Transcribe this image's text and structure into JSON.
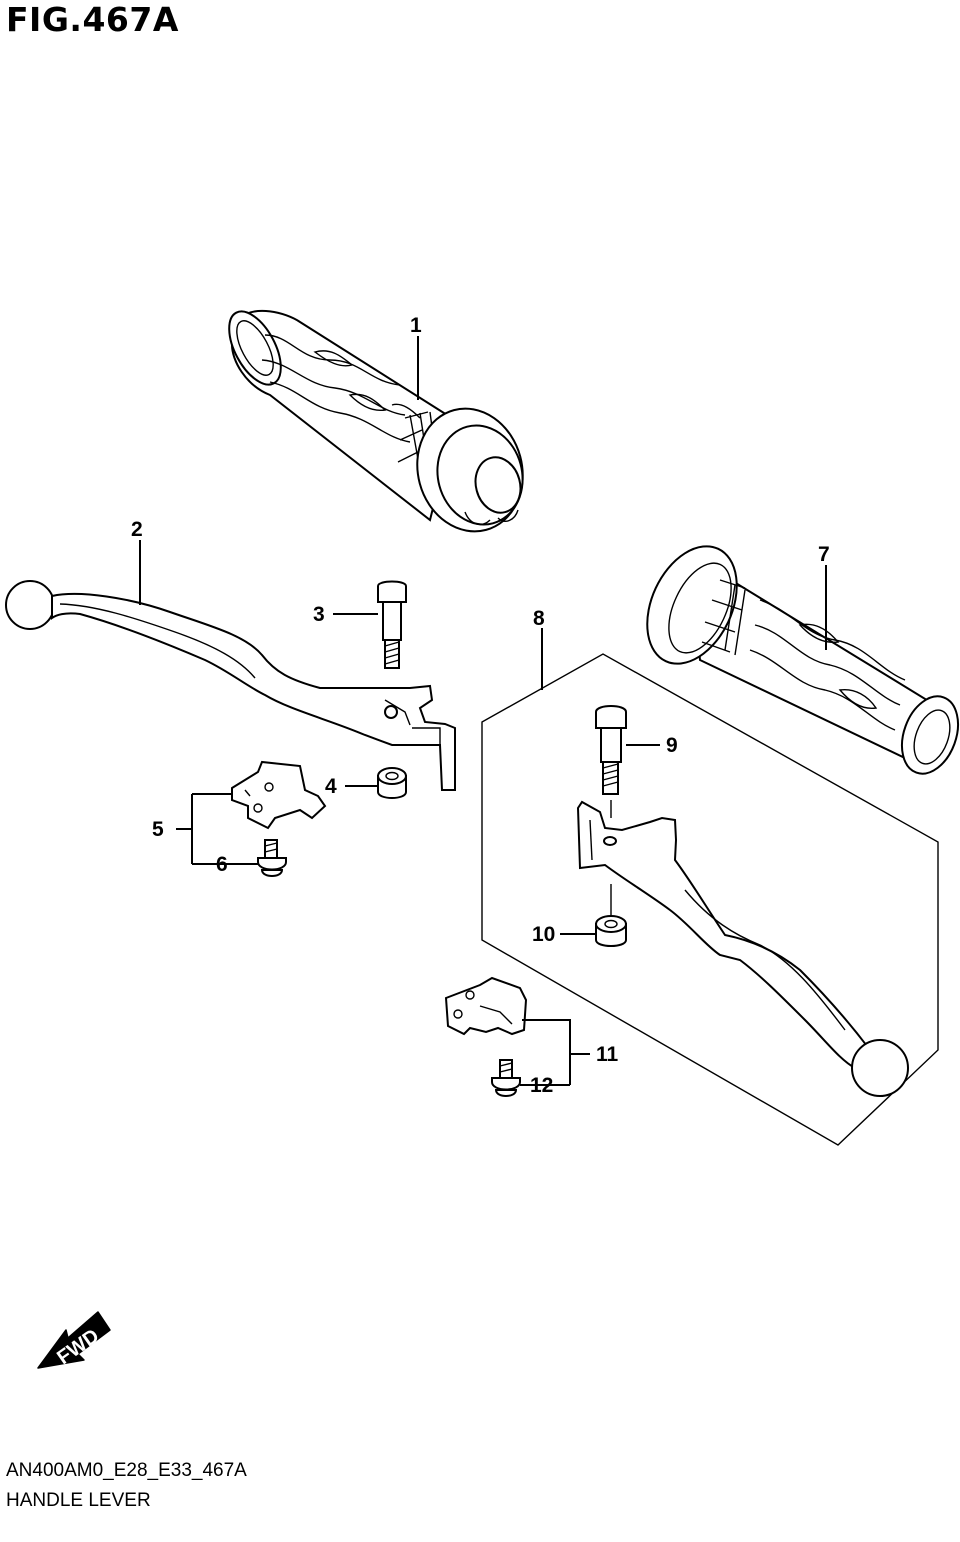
{
  "figure": {
    "title": "FIG.467A",
    "code": "AN400AM0_E28_E33_467A",
    "name": "HANDLE LEVER"
  },
  "callouts": {
    "c1": "1",
    "c2": "2",
    "c3": "3",
    "c4": "4",
    "c5": "5",
    "c6": "6",
    "c7": "7",
    "c8": "8",
    "c9": "9",
    "c10": "10",
    "c11": "11",
    "c12": "12"
  },
  "direction_arrow": {
    "label": "FWD",
    "icon": "fwd-arrow-icon"
  }
}
